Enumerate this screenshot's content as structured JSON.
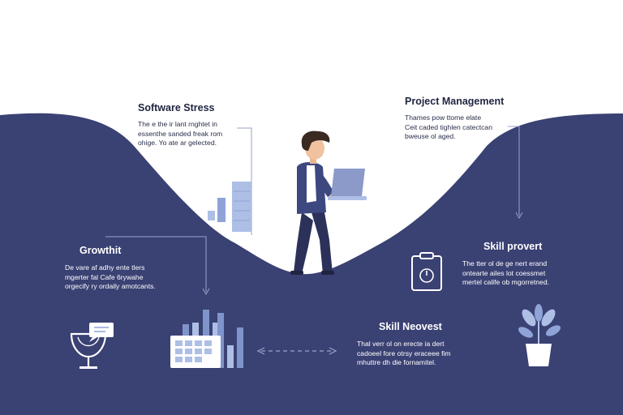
{
  "colors": {
    "navy": "#3a4173",
    "light_blue": "#aebfe6",
    "mid_blue": "#7f94cb",
    "white": "#ffffff"
  },
  "sections": {
    "software_stress": {
      "title": "Software Stress",
      "lines": [
        "The e the ir lant rnghtet in",
        "essenthe sanded freak rom",
        "ohige. Yo ate ar gelected."
      ]
    },
    "project_management": {
      "title": "Project Management",
      "lines": [
        "Thames pow ttome elate",
        "Ceit caded tighlen catectcan",
        "bweuse ol aged."
      ]
    },
    "growth": {
      "title": "Growthit",
      "lines": [
        "De vare af adhy ente tlers",
        "mgerter fal Cafe 6rywahe",
        "orgecify ry ordaily amotcants."
      ]
    },
    "skill_provert": {
      "title": "Skill provert",
      "lines": [
        "The tter ol de ge nert erand",
        "ontearte ailes lot coessmet",
        "mertel calife ob mgorretned."
      ]
    },
    "skill_neovest": {
      "title": "Skill Neovest",
      "lines": [
        "Thal verr ol on erecte ia dert",
        "cadoeel fore otrsy eraceee fim",
        "mhuttre dh die fornamitel."
      ]
    }
  },
  "icons": {
    "bar_chart": "bar-chart-icon",
    "clipboard": "clipboard-icon",
    "calendar": "calendar-icon",
    "plant": "plant-icon",
    "chat_lamp": "chat-lamp-icon",
    "arrows": "double-arrow-icon",
    "person": "person-laptop-illustration"
  }
}
